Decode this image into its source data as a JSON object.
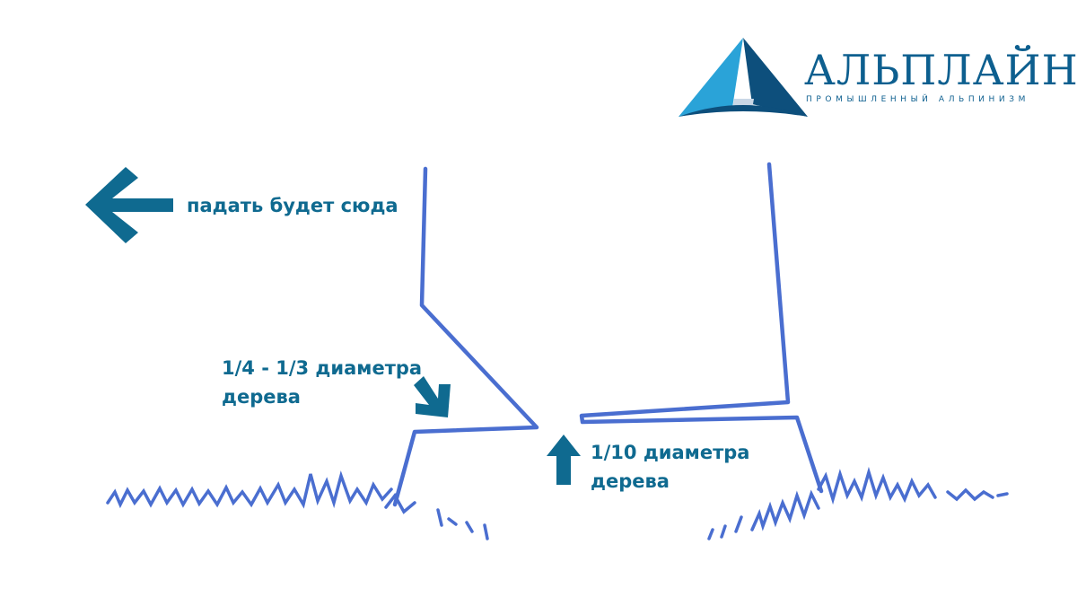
{
  "logo": {
    "name": "АЛЬПЛАЙН",
    "tagline": "ПРОМЫШЛЕННЫЙ АЛЬПИНИЗМ",
    "colors": {
      "light": "#2aa3d8",
      "dark": "#0d4f7c"
    }
  },
  "labels": {
    "fall_direction": "падать будет сюда",
    "upper_cut": "1/4 - 1/3 диаметра дерева",
    "hinge": "1/10 диаметра дерева"
  },
  "icons": {
    "fall_arrow": "arrow-left-icon",
    "upper_cut_arrow": "arrow-down-right-icon",
    "hinge_arrow": "arrow-up-icon"
  },
  "colors": {
    "sketch": "#4a6ed0",
    "accent": "#0f6a90",
    "background": "#ffffff"
  }
}
